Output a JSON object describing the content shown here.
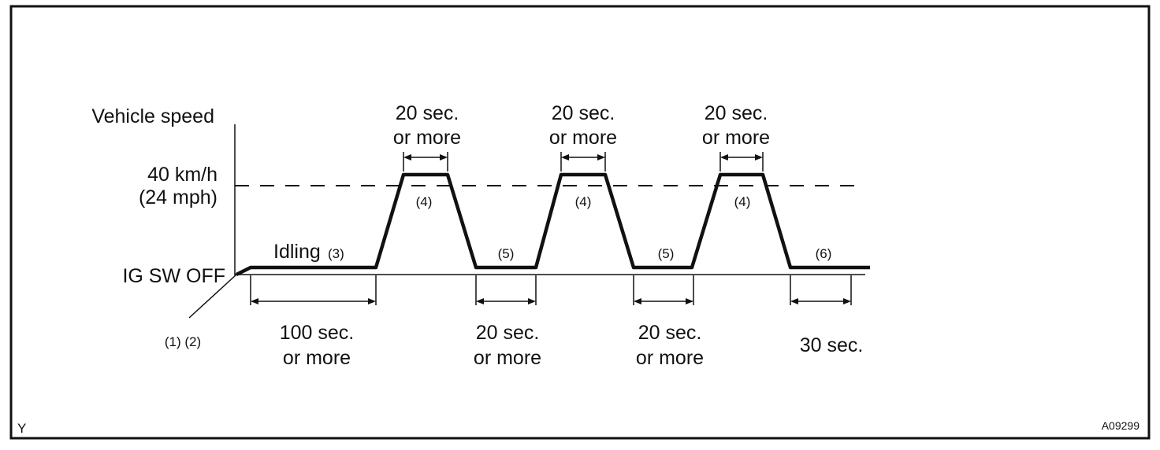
{
  "diagram": {
    "y_axis_label": "Vehicle speed",
    "speed_label_line1": "40 km/h",
    "speed_label_line2": "(24 mph)",
    "ig_off_label": "IG SW OFF",
    "start_steps_label": "(1) (2)",
    "idling_label": "Idling",
    "idling_step": "(3)",
    "steps": {
      "cruise_1": "(4)",
      "cruise_2": "(4)",
      "cruise_3": "(4)",
      "idle_1": "(5)",
      "idle_2": "(5)",
      "final": "(6)"
    },
    "durations": {
      "cruise_1": [
        "20 sec.",
        "or more"
      ],
      "cruise_2": [
        "20 sec.",
        "or more"
      ],
      "cruise_3": [
        "20 sec.",
        "or more"
      ],
      "idling": [
        "100 sec.",
        "or more"
      ],
      "idle_1": [
        "20 sec.",
        "or more"
      ],
      "idle_2": [
        "20 sec.",
        "or more"
      ],
      "final": "30 sec."
    },
    "corner_left": "Y",
    "figure_code": "A09299"
  }
}
